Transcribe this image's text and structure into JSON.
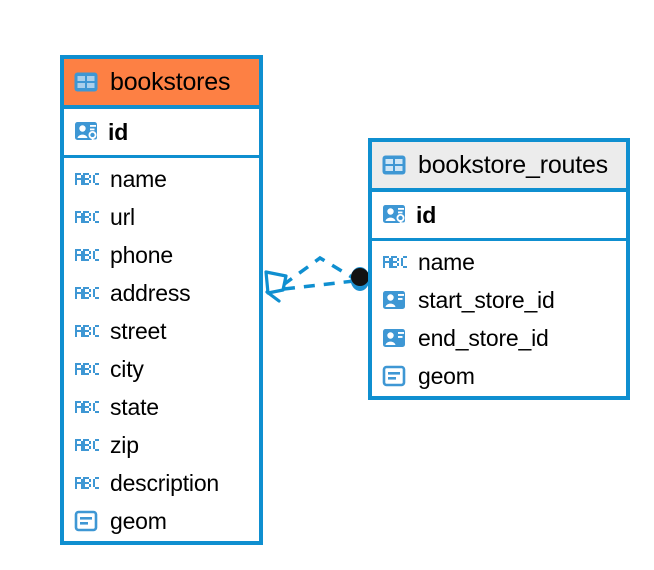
{
  "diagram": {
    "type": "entity-relationship-diagram",
    "background": "#ffffff",
    "colors": {
      "border": "#0f8fd0",
      "icon_blue": "#3e97d4",
      "accent_header": "#fd8044",
      "neutral_header": "#ececec",
      "connector": "#0f8fd0",
      "endpoint_dot": "#121212",
      "text": "#000000"
    }
  },
  "entities": [
    {
      "name": "bookstores",
      "header_style": "accent",
      "header_icon": "table-icon",
      "key_field": {
        "label": "id",
        "icon": "primary-key-icon",
        "type": "primary-key"
      },
      "fields": [
        {
          "label": "name",
          "icon": "text-abc-icon",
          "type": "text"
        },
        {
          "label": "url",
          "icon": "text-abc-icon",
          "type": "text"
        },
        {
          "label": "phone",
          "icon": "text-abc-icon",
          "type": "text"
        },
        {
          "label": "address",
          "icon": "text-abc-icon",
          "type": "text"
        },
        {
          "label": "street",
          "icon": "text-abc-icon",
          "type": "text"
        },
        {
          "label": "city",
          "icon": "text-abc-icon",
          "type": "text"
        },
        {
          "label": "state",
          "icon": "text-abc-icon",
          "type": "text"
        },
        {
          "label": "zip",
          "icon": "text-abc-icon",
          "type": "text"
        },
        {
          "label": "description",
          "icon": "text-abc-icon",
          "type": "text"
        },
        {
          "label": "geom",
          "icon": "geometry-icon",
          "type": "geometry"
        }
      ]
    },
    {
      "name": "bookstore_routes",
      "header_style": "neutral",
      "header_icon": "table-icon",
      "key_field": {
        "label": "id",
        "icon": "primary-key-icon",
        "type": "primary-key"
      },
      "fields": [
        {
          "label": "name",
          "icon": "text-abc-icon",
          "type": "text"
        },
        {
          "label": "start_store_id",
          "icon": "foreign-key-icon",
          "type": "foreign-key"
        },
        {
          "label": "end_store_id",
          "icon": "foreign-key-icon",
          "type": "foreign-key"
        },
        {
          "label": "geom",
          "icon": "geometry-icon",
          "type": "geometry"
        }
      ]
    }
  ],
  "relationships": [
    {
      "from": "bookstore_routes.start_store_id",
      "to": "bookstores.id",
      "line_style": "dashed",
      "source_marker": "filled-circle",
      "target_marker": "crows-foot-diamond"
    },
    {
      "from": "bookstore_routes.end_store_id",
      "to": "bookstores.id",
      "line_style": "dashed",
      "source_marker": "filled-circle",
      "target_marker": "crows-foot-diamond"
    }
  ]
}
